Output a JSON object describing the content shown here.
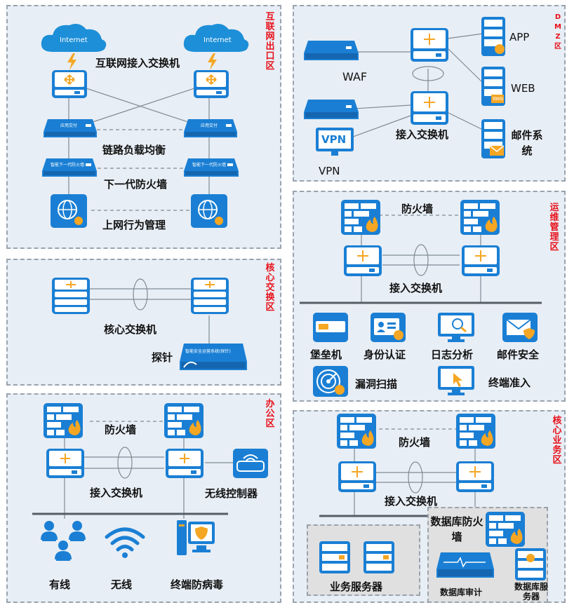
{
  "zones": {
    "internet_exit": "互联网出口区",
    "dmz": "DMZ区",
    "core_exchange": "核心交换区",
    "ops_mgmt": "运维管理区",
    "office": "办公区",
    "core_business": "核心业务区"
  },
  "internet_exit": {
    "cloud_left": "Internet",
    "cloud_right": "Internet",
    "access_switch": "互联网接入交换机",
    "adc_left": "应用交付",
    "adc_right": "应用交付",
    "load_balance": "链路负载均衡",
    "ngfw_left": "智能下一代防火墙",
    "ngfw_right": "智能下一代防火墙",
    "ngfw": "下一代防火墙",
    "behavior": "上网行为管理"
  },
  "core": {
    "switch": "核心交换机",
    "probe": "探针",
    "probe_device": "智能安全运营系统(探针)"
  },
  "office": {
    "firewall": "防火墙",
    "access_switch": "接入交换机",
    "wireless_controller": "无线控制器",
    "wired": "有线",
    "wireless": "无线",
    "antivirus": "终端防病毒"
  },
  "dmz": {
    "waf": "WAF",
    "vpn_badge": "VPN",
    "vpn": "VPN",
    "access_switch": "接入交换机",
    "app": "APP",
    "web": "WEB",
    "web_badge": "Web",
    "mail": "邮件系统"
  },
  "ops": {
    "firewall": "防火墙",
    "access_switch": "接入交换机",
    "bastion": "堡垒机",
    "identity": "身份认证",
    "log": "日志分析",
    "mail_security": "邮件安全",
    "vuln_scan": "漏洞扫描",
    "nac": "终端准入"
  },
  "business": {
    "firewall": "防火墙",
    "access_switch": "接入交换机",
    "db_firewall": "数据库防火墙",
    "servers": "业务服务器",
    "db_audit": "数据库审计",
    "db_servers": "数据库服务器"
  }
}
